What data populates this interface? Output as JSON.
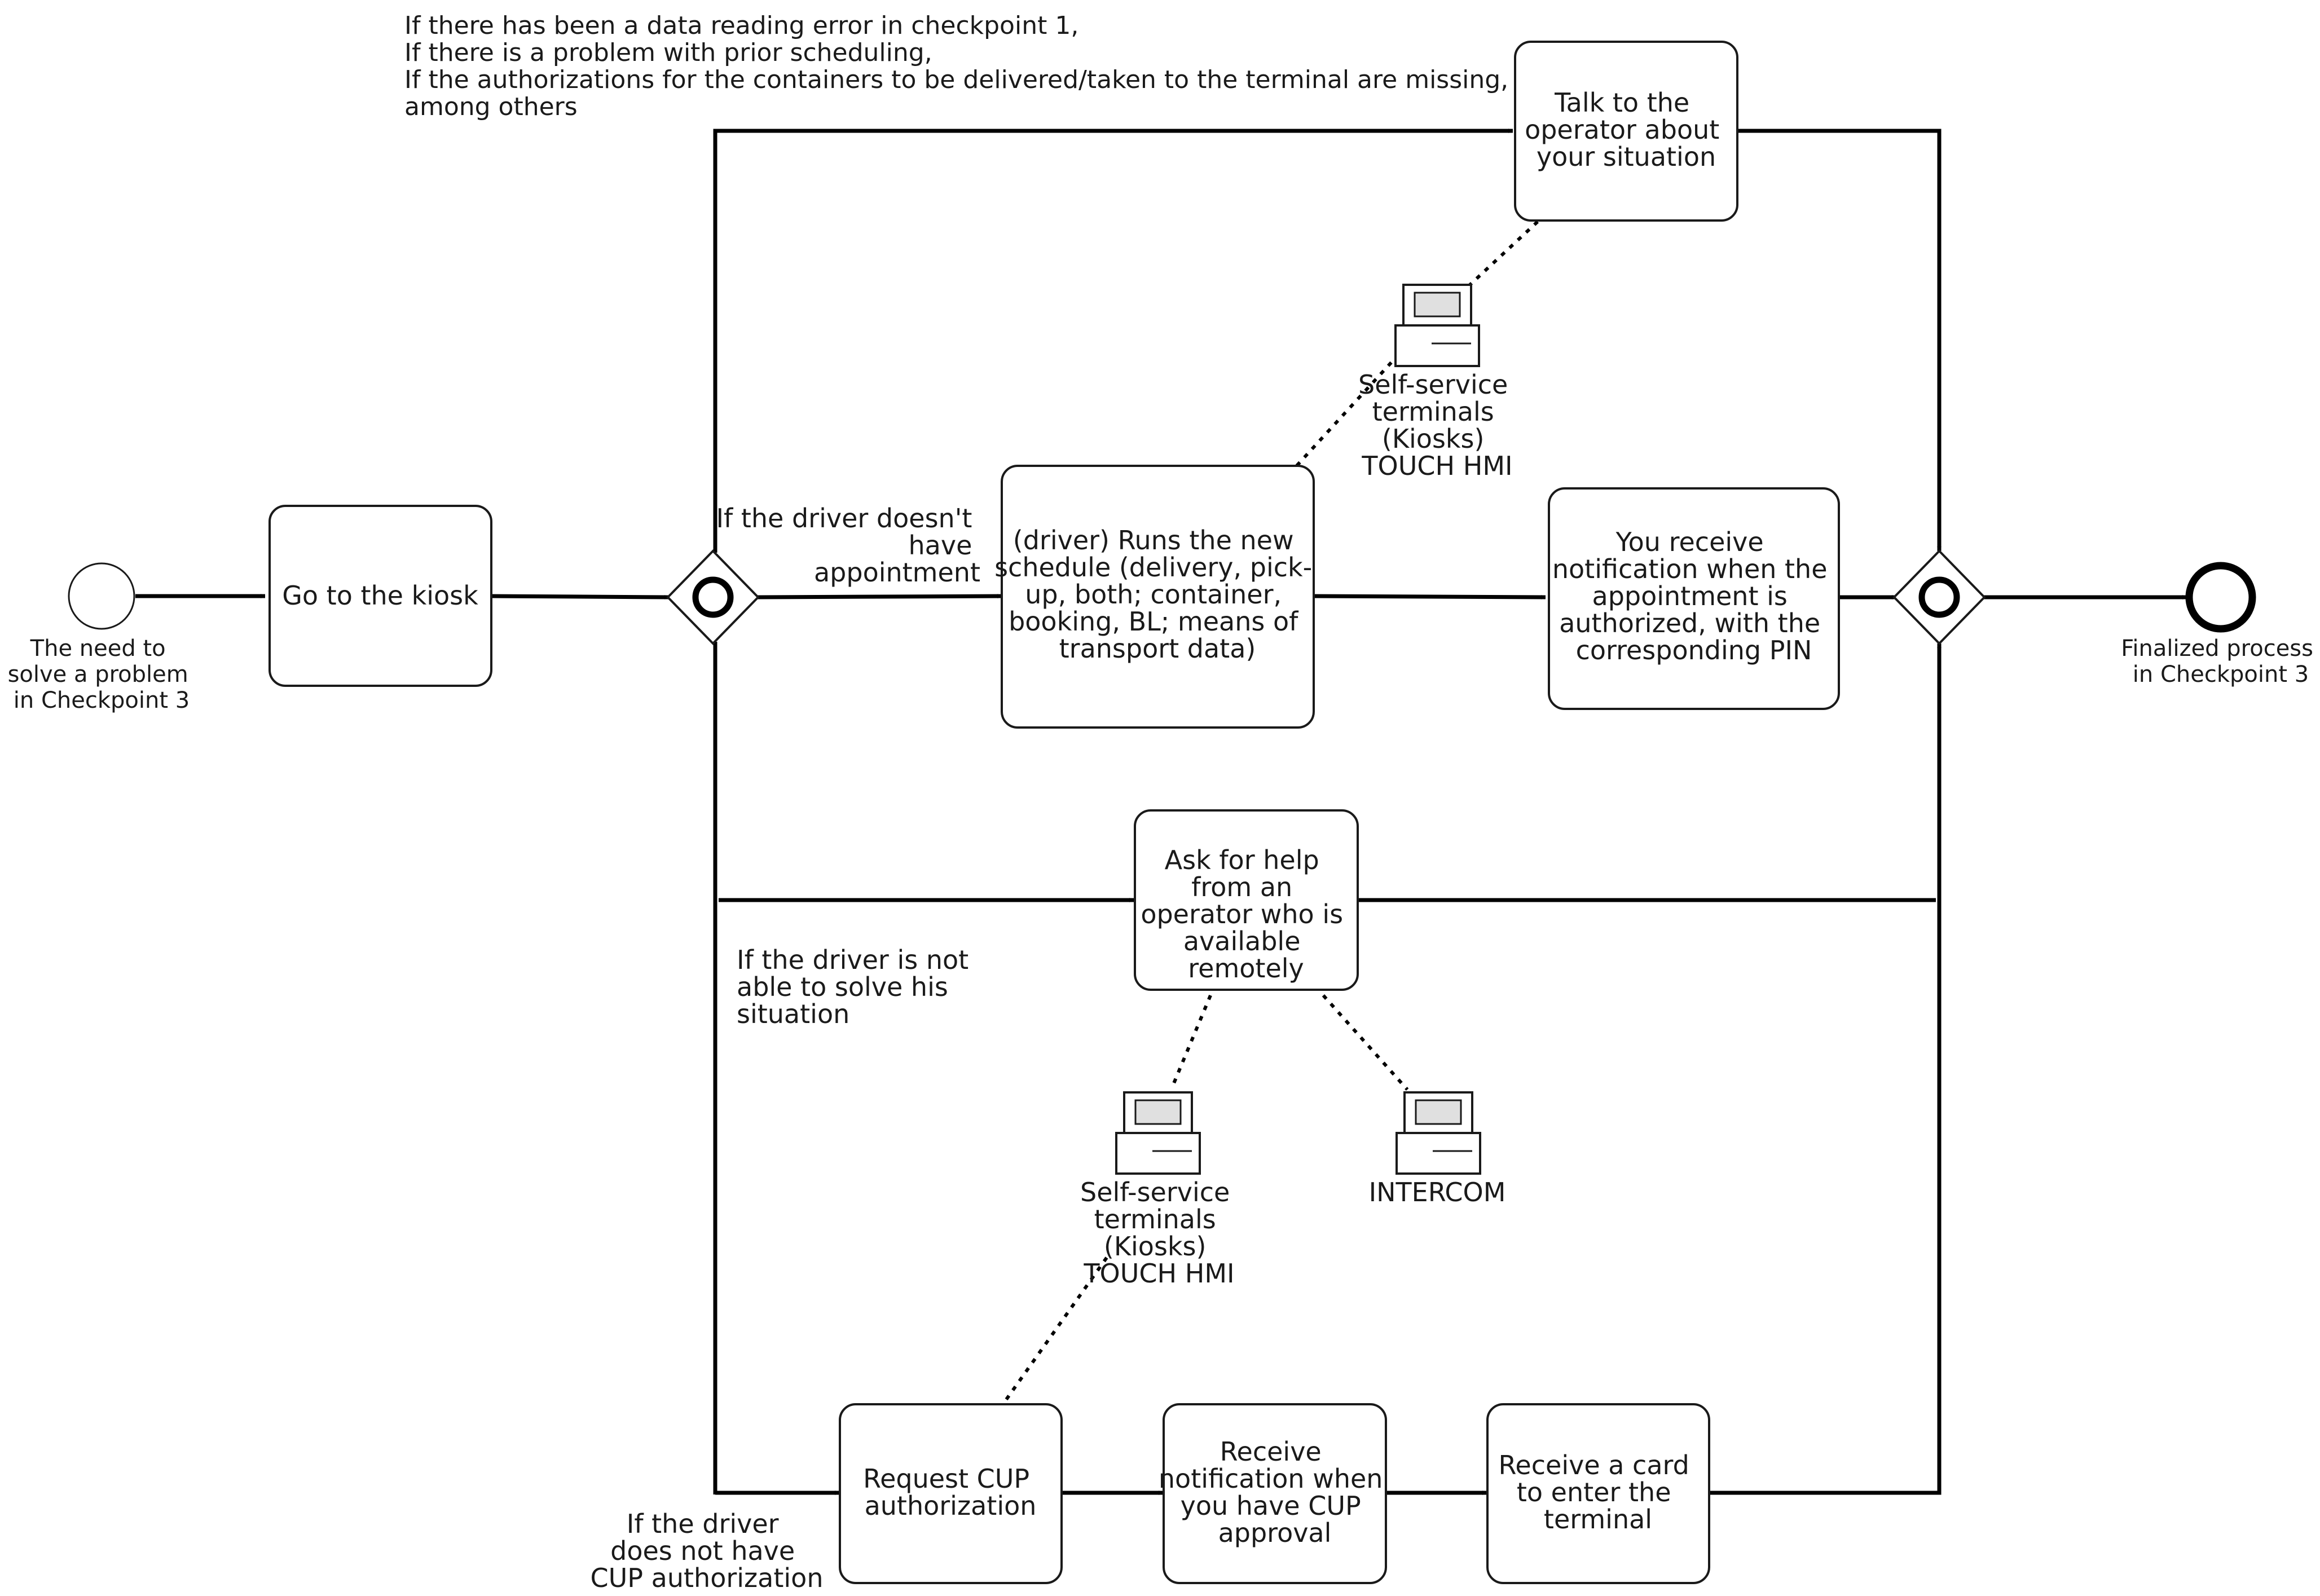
{
  "annotation_top": [
    "If there has been a data reading error in checkpoint 1,",
    "If there is a problem with prior scheduling,",
    "If the authorizations for the containers to be delivered/taken to the terminal are missing,",
    "among others"
  ],
  "start_event": {
    "label": [
      "The need to",
      "solve a problem",
      "in Checkpoint 3"
    ]
  },
  "end_event": {
    "label": [
      "Finalized process",
      "in Checkpoint 3"
    ]
  },
  "tasks": {
    "go_to_kiosk": [
      "Go to the kiosk"
    ],
    "talk_operator": [
      "Talk to the",
      "operator about",
      "your situation"
    ],
    "runs_schedule": [
      "(driver) Runs the new",
      "schedule (delivery, pick-",
      "up, both; container,",
      "booking, BL; means of",
      "transport data)"
    ],
    "receive_notification_pin": [
      "You receive",
      "notification when the",
      "appointment is",
      "authorized, with the",
      "corresponding PIN"
    ],
    "ask_help": [
      "Ask for help",
      "from an",
      "operator who is",
      "available",
      "remotely"
    ],
    "request_cup": [
      "Request CUP",
      "authorization"
    ],
    "receive_cup_notification": [
      "Receive",
      "notification when",
      "you have CUP",
      "approval"
    ],
    "receive_card": [
      "Receive a card",
      "to enter the",
      "terminal"
    ]
  },
  "conditions": {
    "no_appointment": [
      "If the driver doesn't",
      "have",
      "appointment"
    ],
    "not_able_solve": [
      "If the driver is not",
      "able to solve his",
      "situation"
    ],
    "no_cup": [
      "If the driver",
      "does not have",
      "CUP authorization"
    ]
  },
  "resources": {
    "kiosk_top": [
      "Self-service",
      "terminals",
      "(Kiosks)",
      "TOUCH HMI"
    ],
    "kiosk_bottom": [
      "Self-service",
      "terminals",
      "(Kiosks)",
      "TOUCH HMI"
    ],
    "intercom": [
      "INTERCOM"
    ]
  }
}
